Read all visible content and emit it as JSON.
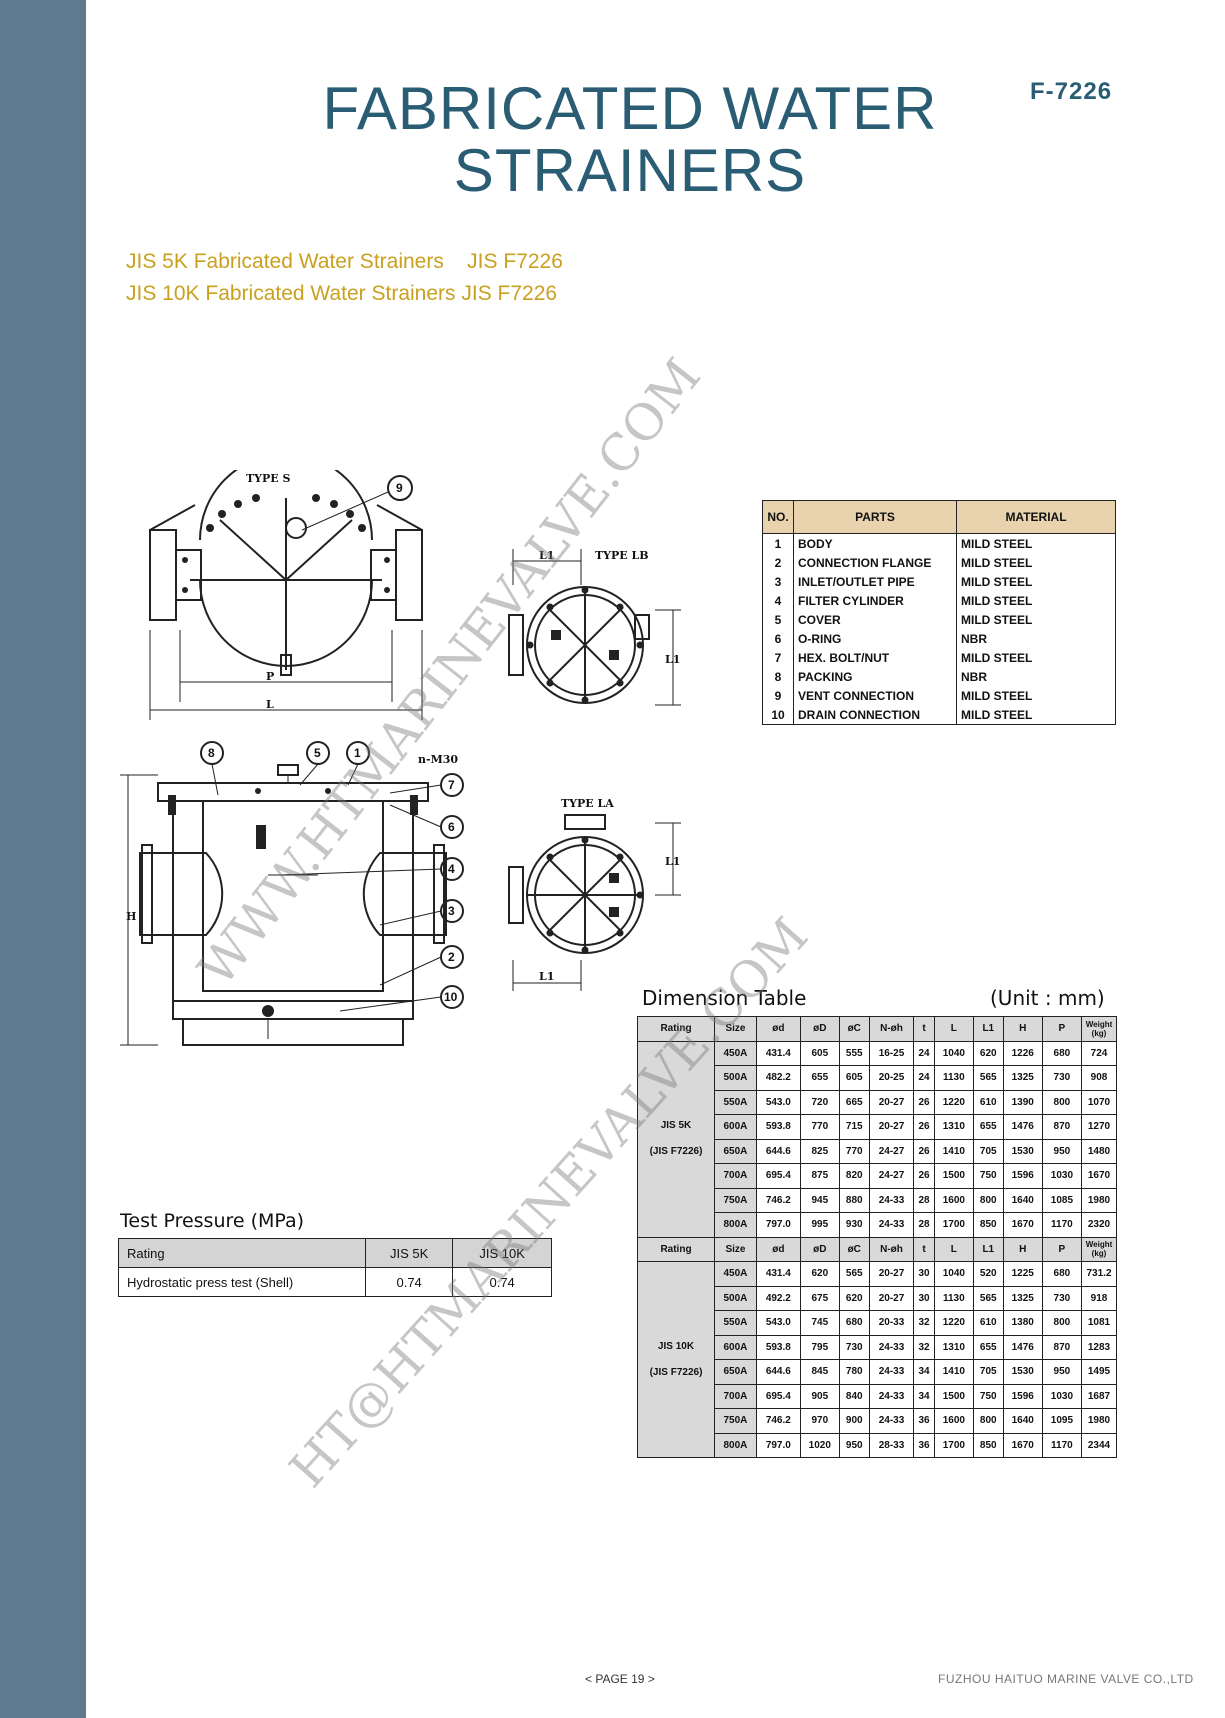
{
  "page": {
    "code": "F-7226",
    "title_line1": "FABRICATED WATER",
    "title_line2": "STRAINERS",
    "subtitle1": "JIS 5K Fabricated Water Strainers    JIS F7226",
    "subtitle2": "JIS 10K Fabricated Water Strainers JIS F7226",
    "page_number": "< PAGE 19 >",
    "company": "FUZHOU HAITUO MARINE VALVE CO.,LTD"
  },
  "drawing": {
    "type_s": "TYPE S",
    "type_lb": "TYPE LB",
    "type_la": "TYPE LA",
    "callouts": [
      "1",
      "2",
      "3",
      "4",
      "5",
      "6",
      "7",
      "8",
      "9",
      "10"
    ],
    "dim_l": "L",
    "dim_p": "P",
    "dim_l1": "L1",
    "dim_h": "H",
    "dim_n": "n-M30"
  },
  "parts_table": {
    "headers": [
      "NO.",
      "PARTS",
      "MATERIAL"
    ],
    "rows": [
      [
        "1",
        "BODY",
        "MILD STEEL"
      ],
      [
        "2",
        "CONNECTION FLANGE",
        "MILD STEEL"
      ],
      [
        "3",
        "INLET/OUTLET PIPE",
        "MILD STEEL"
      ],
      [
        "4",
        "FILTER CYLINDER",
        "MILD STEEL"
      ],
      [
        "5",
        "COVER",
        "MILD STEEL"
      ],
      [
        "6",
        "O-RING",
        "NBR"
      ],
      [
        "7",
        "HEX. BOLT/NUT",
        "MILD STEEL"
      ],
      [
        "8",
        "PACKING",
        "NBR"
      ],
      [
        "9",
        "VENT CONNECTION",
        "MILD STEEL"
      ],
      [
        "10",
        "DRAIN CONNECTION",
        "MILD STEEL"
      ]
    ]
  },
  "test_pressure": {
    "title": "Test Pressure (MPa)",
    "headers": [
      "Rating",
      "JIS 5K",
      "JIS 10K"
    ],
    "row": [
      "Hydrostatic press test (Shell)",
      "0.74",
      "0.74"
    ]
  },
  "dimension_table": {
    "title": "Dimension Table",
    "unit": "(Unit : mm)",
    "headers": [
      "Rating",
      "Size",
      "ød",
      "øD",
      "øC",
      "N-øh",
      "t",
      "L",
      "L1",
      "H",
      "P",
      "Weight (kg)"
    ],
    "groups": [
      {
        "rating": [
          "JIS 5K",
          "(JIS F7226)"
        ],
        "rows": [
          [
            "450A",
            "431.4",
            "605",
            "555",
            "16-25",
            "24",
            "1040",
            "620",
            "1226",
            "680",
            "724"
          ],
          [
            "500A",
            "482.2",
            "655",
            "605",
            "20-25",
            "24",
            "1130",
            "565",
            "1325",
            "730",
            "908"
          ],
          [
            "550A",
            "543.0",
            "720",
            "665",
            "20-27",
            "26",
            "1220",
            "610",
            "1390",
            "800",
            "1070"
          ],
          [
            "600A",
            "593.8",
            "770",
            "715",
            "20-27",
            "26",
            "1310",
            "655",
            "1476",
            "870",
            "1270"
          ],
          [
            "650A",
            "644.6",
            "825",
            "770",
            "24-27",
            "26",
            "1410",
            "705",
            "1530",
            "950",
            "1480"
          ],
          [
            "700A",
            "695.4",
            "875",
            "820",
            "24-27",
            "26",
            "1500",
            "750",
            "1596",
            "1030",
            "1670"
          ],
          [
            "750A",
            "746.2",
            "945",
            "880",
            "24-33",
            "28",
            "1600",
            "800",
            "1640",
            "1085",
            "1980"
          ],
          [
            "800A",
            "797.0",
            "995",
            "930",
            "24-33",
            "28",
            "1700",
            "850",
            "1670",
            "1170",
            "2320"
          ]
        ]
      },
      {
        "rating": [
          "JIS 10K",
          "(JIS F7226)"
        ],
        "rows": [
          [
            "450A",
            "431.4",
            "620",
            "565",
            "20-27",
            "30",
            "1040",
            "520",
            "1225",
            "680",
            "731.2"
          ],
          [
            "500A",
            "492.2",
            "675",
            "620",
            "20-27",
            "30",
            "1130",
            "565",
            "1325",
            "730",
            "918"
          ],
          [
            "550A",
            "543.0",
            "745",
            "680",
            "20-33",
            "32",
            "1220",
            "610",
            "1380",
            "800",
            "1081"
          ],
          [
            "600A",
            "593.8",
            "795",
            "730",
            "24-33",
            "32",
            "1310",
            "655",
            "1476",
            "870",
            "1283"
          ],
          [
            "650A",
            "644.6",
            "845",
            "780",
            "24-33",
            "34",
            "1410",
            "705",
            "1530",
            "950",
            "1495"
          ],
          [
            "700A",
            "695.4",
            "905",
            "840",
            "24-33",
            "34",
            "1500",
            "750",
            "1596",
            "1030",
            "1687"
          ],
          [
            "750A",
            "746.2",
            "970",
            "900",
            "24-33",
            "36",
            "1600",
            "800",
            "1640",
            "1095",
            "1980"
          ],
          [
            "800A",
            "797.0",
            "1020",
            "950",
            "28-33",
            "36",
            "1700",
            "850",
            "1670",
            "1170",
            "2344"
          ]
        ]
      }
    ]
  },
  "watermarks": [
    "WWW.HTMARINEVALVE.COM",
    "HT@HTMARINEVALVE.COM"
  ]
}
